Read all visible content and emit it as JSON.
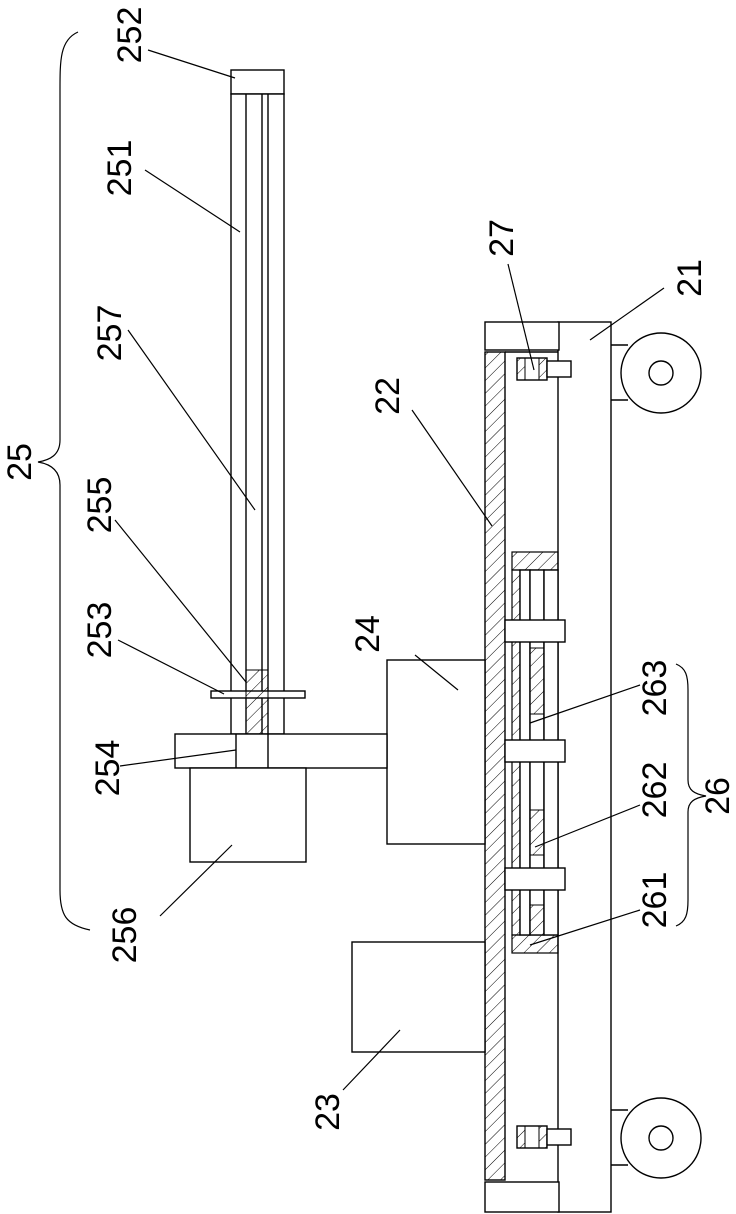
{
  "labels": {
    "l252": "252",
    "l251": "251",
    "l257": "257",
    "l255": "255",
    "l253": "253",
    "l254": "254",
    "l256": "256",
    "l25": "25",
    "l24": "24",
    "l22": "22",
    "l27": "27",
    "l21": "21",
    "l263": "263",
    "l262": "262",
    "l261": "261",
    "l26": "26",
    "l23": "23"
  }
}
